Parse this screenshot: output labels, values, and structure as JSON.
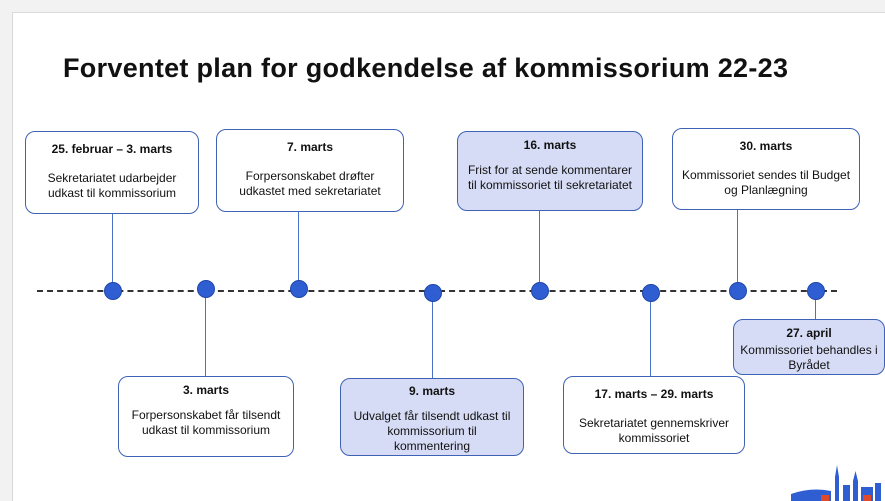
{
  "title": "Forventet plan for godkendelse af kommissorium 22-23",
  "milestones": [
    {
      "date": "25. februar – 3. marts",
      "text": "Sekretariatet udarbejder udkast til kommissorium"
    },
    {
      "date": "3. marts",
      "text": "Forpersonskabet får tilsendt udkast til kommissorium"
    },
    {
      "date": "7. marts",
      "text": "Forpersonskabet drøfter udkastet med sekretariatet"
    },
    {
      "date": "9. marts",
      "text": "Udvalget får tilsendt udkast til kommissorium til kommentering"
    },
    {
      "date": "16. marts",
      "text": "Frist for at sende kommentarer til kommissoriet til sekretariatet"
    },
    {
      "date": "17. marts – 29. marts",
      "text": "Sekretariatet gennemskriver kommissoriet"
    },
    {
      "date": "30. marts",
      "text": "Kommissoriet sendes til Budget og Planlægning"
    },
    {
      "date": "27. april",
      "text": "Kommissoriet behandles i Byrådet"
    }
  ],
  "colors": {
    "dot": "#2f5ed3",
    "box_border": "#3f62b5",
    "box_shaded": "#d6dcf5"
  },
  "logo_icon": "city-skyline-icon"
}
